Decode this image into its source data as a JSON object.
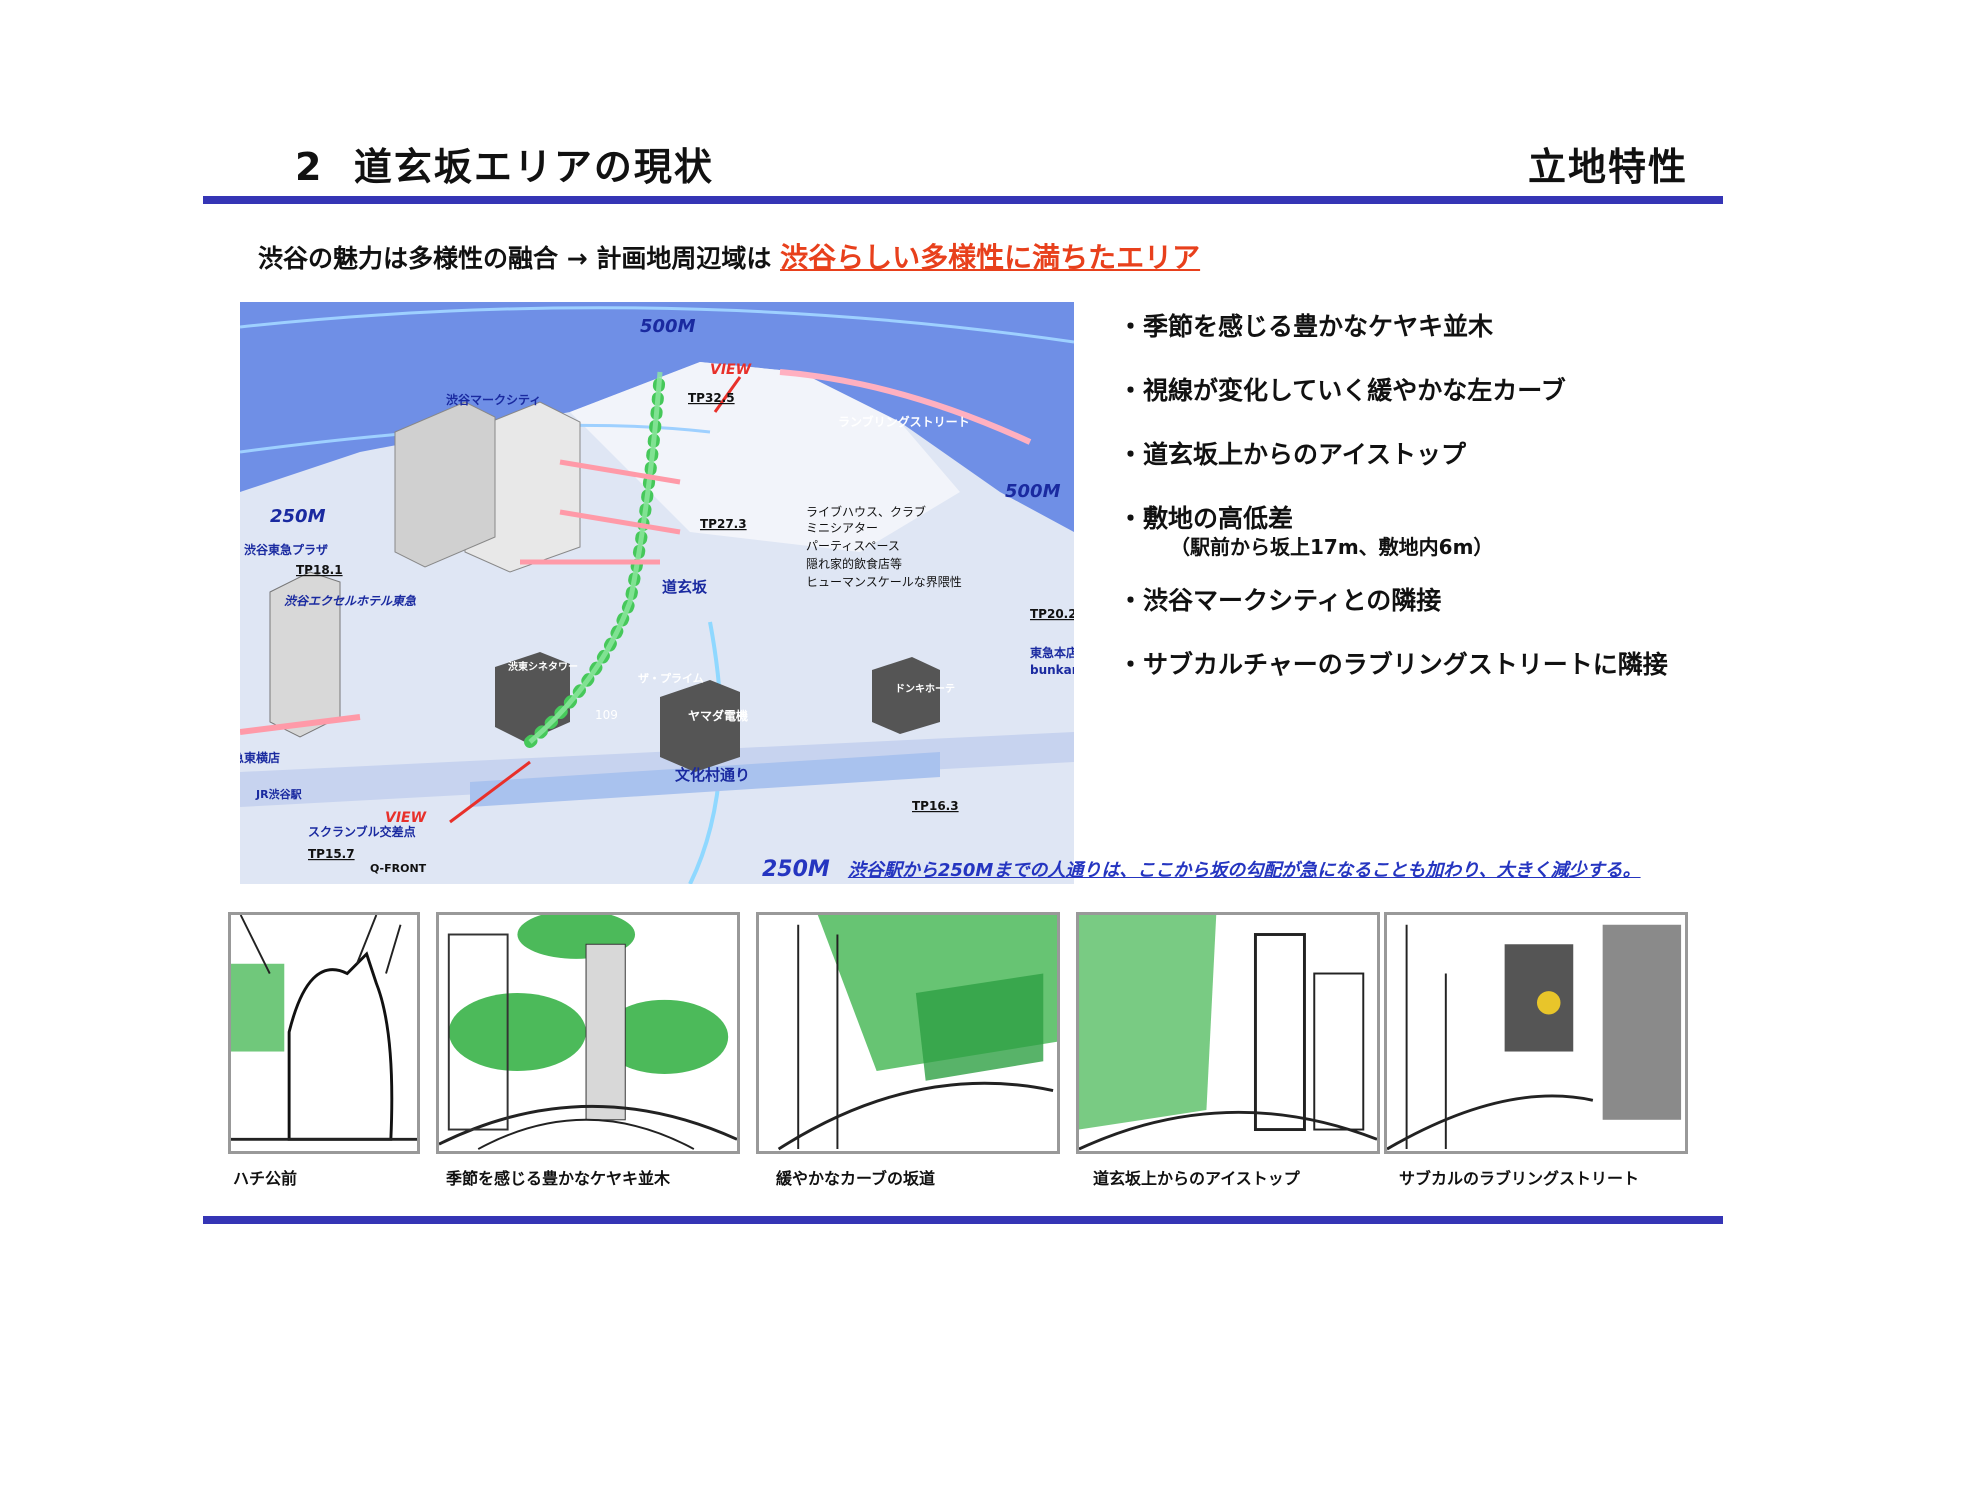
{
  "header": {
    "section_no": "2",
    "title": "道玄坂エリアの現状",
    "right_title": "立地特性"
  },
  "lead": {
    "text": "渋谷の魅力は多様性の融合 → 計画地周辺域は",
    "highlight": "渋谷らしい多様性に満ちたエリア"
  },
  "map": {
    "labels": {
      "r500_top": "500M",
      "r500_right": "500M",
      "r250_left": "250M",
      "view_top": "VIEW",
      "view_bottom": "VIEW",
      "mark_city": "渋谷マークシティ",
      "tp32": "TP32.5",
      "rambling": "ランブリングストリート",
      "tokyu_plaza": "渋谷東急プラザ",
      "tp18": "TP18.1",
      "excel": "渋谷エクセルホテル東急",
      "tp27": "TP27.3",
      "venues_1": "ライブハウス、クラブ",
      "venues_2": "ミニシアター",
      "venues_3": "パーティスペース",
      "venues_4": "隠れ家的飲食店等",
      "venues_5": "ヒューマンスケールな界隈性",
      "dogenzaka": "道玄坂",
      "tp20": "TP20.2",
      "tokyu_honten": "東急本店",
      "bunkamura": "bunkamura",
      "shibuya_cinema": "渋東シネタワー",
      "the_prime": "ザ・プライム",
      "donki": "ドンキホーテ",
      "b109": "109",
      "yamada": "ヤマダ電機",
      "toyoko": "東急東横店",
      "bunkamura_dori": "文化村通り",
      "jr": "JR渋谷駅",
      "tp16": "TP16.3",
      "scramble": "スクランブル交差点",
      "tp15": "TP15.7",
      "qfront": "Q-FRONT"
    }
  },
  "caption": {
    "distance": "250M",
    "text": "渋谷駅から250Mまでの人通りは、ここから坂の勾配が急になることも加わり、大きく減少する。"
  },
  "points": [
    {
      "text": "・季節を感じる豊かなケヤキ並木"
    },
    {
      "text": "・視線が変化していく緩やかな左カーブ"
    },
    {
      "text": "・道玄坂上からのアイストップ"
    },
    {
      "text": "・敷地の高低差",
      "sub": "（駅前から坂上17m、敷地内6m）"
    },
    {
      "text": "・渋谷マークシティとの隣接"
    },
    {
      "text": "・サブカルチャーのラブリングストリートに隣接"
    }
  ],
  "thumbnails": [
    {
      "caption": "ハチ公前"
    },
    {
      "caption": "季節を感じる豊かなケヤキ並木"
    },
    {
      "caption": "緩やかなカーブの坂道"
    },
    {
      "caption": "道玄坂上からのアイストップ"
    },
    {
      "caption": "サブカルのラブリングストリート"
    }
  ],
  "colors": {
    "rule": "#3535b5",
    "highlight": "#e8401c",
    "caption": "#2535c0",
    "map_bg": "#6f8fe6",
    "tree_green": "#3cb54a"
  }
}
